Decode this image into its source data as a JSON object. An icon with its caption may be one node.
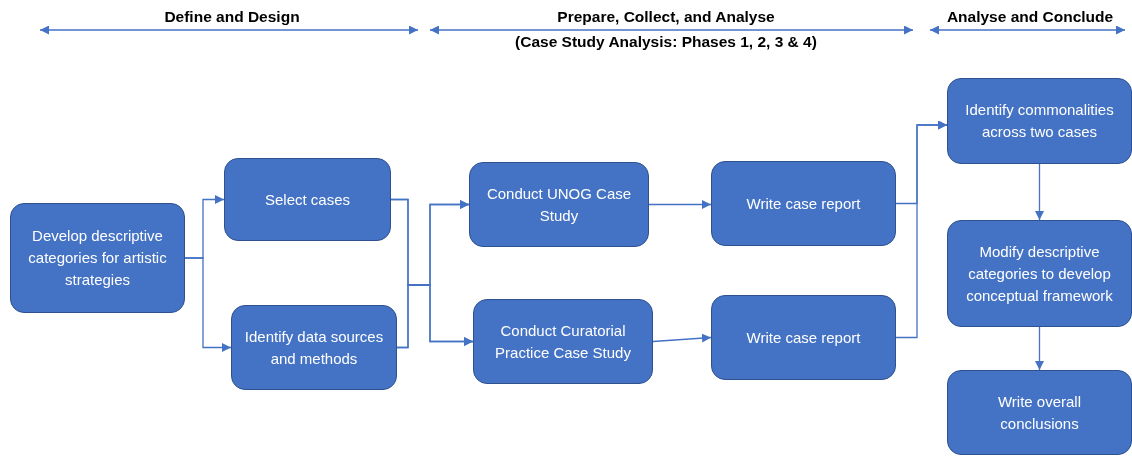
{
  "diagram": {
    "nodes": [
      {
        "text": [
          "Develop descriptive categories for artistic strategies"
        ]
      },
      {
        "text": [
          "Select cases"
        ]
      },
      {
        "text": [
          "Identify data sources and methods"
        ]
      },
      {
        "text": [
          "Conduct UNOG Case Study"
        ]
      },
      {
        "text": [
          "Conduct Curatorial Practice Case Study"
        ]
      },
      {
        "text": [
          "Write case report"
        ]
      },
      {
        "text": [
          "Write case report"
        ]
      },
      {
        "text": [
          "Identify commonalities across two cases"
        ]
      },
      {
        "text": [
          "Modify descriptive categories  to develop conceptual framework"
        ]
      },
      {
        "text": [
          "Write overall conclusions"
        ]
      }
    ],
    "edges": [
      {
        "from": 0,
        "to": 1,
        "arrow": "to"
      },
      {
        "from": 0,
        "to": 2,
        "arrow": "to"
      },
      {
        "from": 1,
        "to": 3,
        "arrow": "to"
      },
      {
        "from": 1,
        "to": 4,
        "arrow": "to"
      },
      {
        "from": 2,
        "to": 3,
        "arrow": "to"
      },
      {
        "from": 2,
        "to": 4,
        "arrow": "to"
      },
      {
        "from": 3,
        "to": 5,
        "arrow": "to"
      },
      {
        "from": 4,
        "to": 6,
        "arrow": "to"
      },
      {
        "from": 5,
        "to": 7,
        "arrow": "to"
      },
      {
        "from": 6,
        "to": 7,
        "arrow": "to"
      },
      {
        "from": 7,
        "to": 8,
        "arrow": "to"
      },
      {
        "from": 8,
        "to": 9,
        "arrow": "to"
      }
    ],
    "labels": [
      "Define and Design",
      "Prepare, Collect, and Analyse",
      "(Case Study Analysis: Phases 1, 2, 3 & 4)",
      "Analyse and Conclude"
    ]
  }
}
